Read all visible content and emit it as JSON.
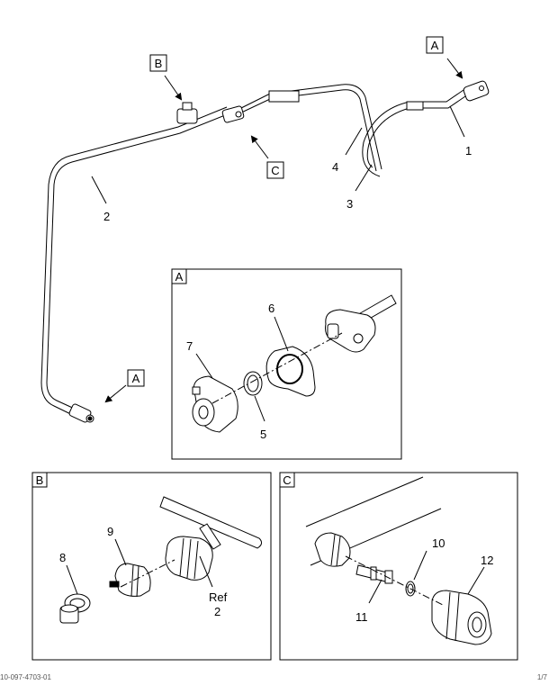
{
  "main_view": {
    "callouts": {
      "a_top": "A",
      "b_top": "B",
      "c_top": "C",
      "a_bottom": "A"
    },
    "part_numbers": {
      "p1": "1",
      "p2": "2",
      "p3": "3",
      "p4": "4"
    }
  },
  "detail_a": {
    "title": "A",
    "part_numbers": {
      "p5": "5",
      "p6": "6",
      "p7": "7"
    }
  },
  "detail_b": {
    "title": "B",
    "part_numbers": {
      "p8": "8",
      "p9": "9"
    },
    "ref_label": "Ref",
    "ref_number": "2"
  },
  "detail_c": {
    "title": "C",
    "part_numbers": {
      "p10": "10",
      "p11": "11",
      "p12": "12"
    }
  },
  "footer": {
    "left_code": "10-097-4703-01",
    "right_code": "1/7"
  }
}
